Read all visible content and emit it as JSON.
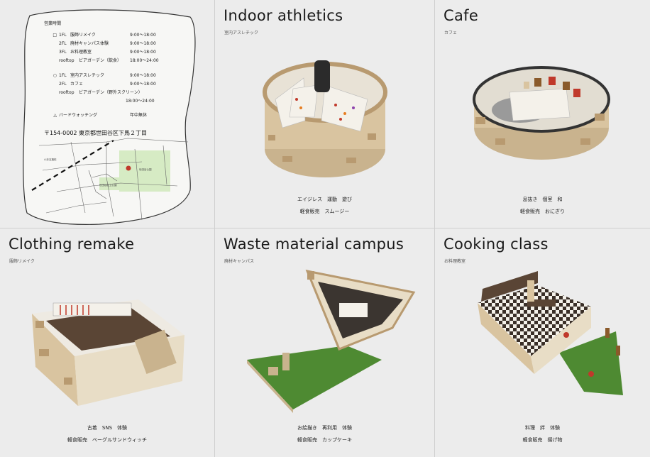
{
  "info": {
    "hours_title": "営業時間",
    "group1": [
      {
        "marker": "□",
        "floor": "1FL",
        "name": "服飾リメイク",
        "time": "9:00～18:00"
      },
      {
        "marker": "",
        "floor": "2FL",
        "name": "廃材キャンパス体験",
        "time": "9:00～18:00"
      },
      {
        "marker": "",
        "floor": "3FL",
        "name": "お料理教室",
        "time": "9:00～18:00"
      },
      {
        "marker": "",
        "floor": "rooftop",
        "name": "ビアガーデン（飲食）",
        "time": "18:00～24:00"
      }
    ],
    "group2": [
      {
        "marker": "○",
        "floor": "1FL",
        "name": "室内アスレチック",
        "time": "9:00～18:00"
      },
      {
        "marker": "",
        "floor": "2FL",
        "name": "カフェ",
        "time": "9:00～18:00"
      },
      {
        "marker": "",
        "floor": "rooftop",
        "name": "ビアガーデン（野外スクリーン）",
        "time": ""
      }
    ],
    "group2_extra_time": "18:00～24:00",
    "bird": {
      "marker": "△",
      "name": "バードウォッチング",
      "time": "年中無休"
    },
    "address": "〒154-0002 東京都世田谷区下馬２丁目",
    "map_labels": [
      "小杉支援校",
      "世田谷区立公園",
      "世田谷公園"
    ]
  },
  "panels": [
    {
      "title": "Indoor athletics",
      "subtitle": "室内アスレチック",
      "line1": "エイジレス　運動　遊び",
      "line2": "軽食販売　スムージー"
    },
    {
      "title": "Cafe",
      "subtitle": "カフェ",
      "line1": "息抜き　個室　和",
      "line2": "軽食販売　おにぎり"
    },
    {
      "title": "Clothing remake",
      "subtitle": "服飾リメイク",
      "line1": "古着　SNS　体験",
      "line2": "軽食販売　ベーグルサンドウィッチ"
    },
    {
      "title": "Waste material campus",
      "subtitle": "廃材キャンパス",
      "line1": "お絵描き　再利用　体験",
      "line2": "軽食販売　カップケーキ"
    },
    {
      "title": "Cooking class",
      "subtitle": "お料理教室",
      "line1": "料理　絆　体験",
      "line2": "軽食販売　揚げ物"
    }
  ],
  "colors": {
    "wood": "#d9c4a0",
    "wood_dark": "#b89a70",
    "grass": "#4e8a32",
    "wall": "#f4f1ea",
    "floor_dark": "#5a4535",
    "floor_gray": "#8a8a8a",
    "red": "#c0392b"
  }
}
